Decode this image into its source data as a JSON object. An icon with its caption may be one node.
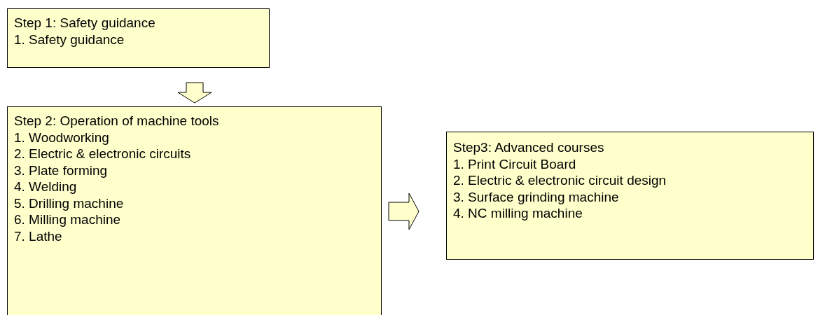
{
  "diagram": {
    "nodes": [
      {
        "text": [
          "Step 1: Safety guidance",
          "1. Safety guidance"
        ]
      },
      {
        "text": [
          "Step 2: Operation of machine tools",
          "1. Woodworking",
          "2. Electric & electronic circuits",
          "3. Plate forming",
          "4. Welding",
          "5. Drilling machine",
          "6. Milling machine",
          "7. Lathe"
        ]
      },
      {
        "text": [
          "Step3: Advanced courses",
          "1. Print Circuit Board",
          "2. Electric & electronic circuit design",
          "3. Surface grinding machine",
          "4. NC milling machine"
        ]
      }
    ],
    "edges": [
      {
        "from": 0,
        "to": 1,
        "arrow": "to"
      },
      {
        "from": 1,
        "to": 2,
        "arrow": "to"
      }
    ]
  }
}
